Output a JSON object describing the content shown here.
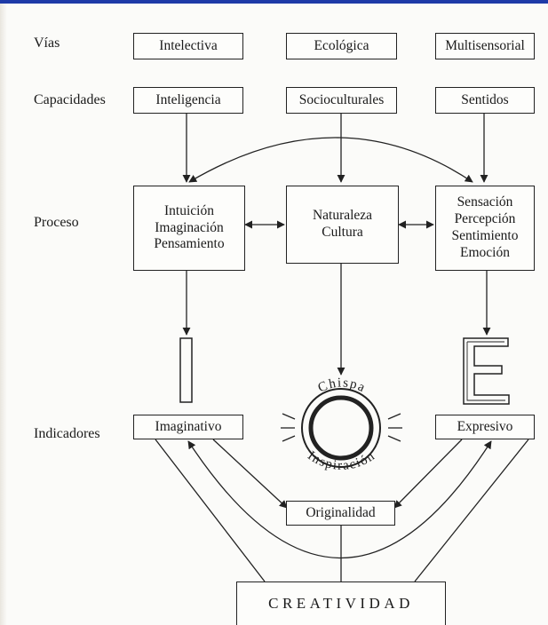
{
  "rows": {
    "vias": "Vías",
    "capacidades": "Capacidades",
    "proceso": "Proceso",
    "indicadores": "Indicadores"
  },
  "vias": {
    "intelectiva": "Intelectiva",
    "ecologica": "Ecológica",
    "multisensorial": "Multisensorial"
  },
  "capacidades": {
    "inteligencia": "Inteligencia",
    "socioculturales": "Socioculturales",
    "sentidos": "Sentidos"
  },
  "proceso": {
    "left": [
      "Intuición",
      "Imaginación",
      "Pensamiento"
    ],
    "center": [
      "Naturaleza",
      "Cultura"
    ],
    "right": [
      "Sensación",
      "Percepción",
      "Sentimiento",
      "Emoción"
    ]
  },
  "letters": {
    "i": "I",
    "e": "E"
  },
  "spark": {
    "top": "Chispa",
    "bottom": "Inspiración"
  },
  "indicadores": {
    "imaginativo": "Imaginativo",
    "expresivo": "Expresivo"
  },
  "originalidad": "Originalidad",
  "creatividad": "CREATIVIDAD"
}
